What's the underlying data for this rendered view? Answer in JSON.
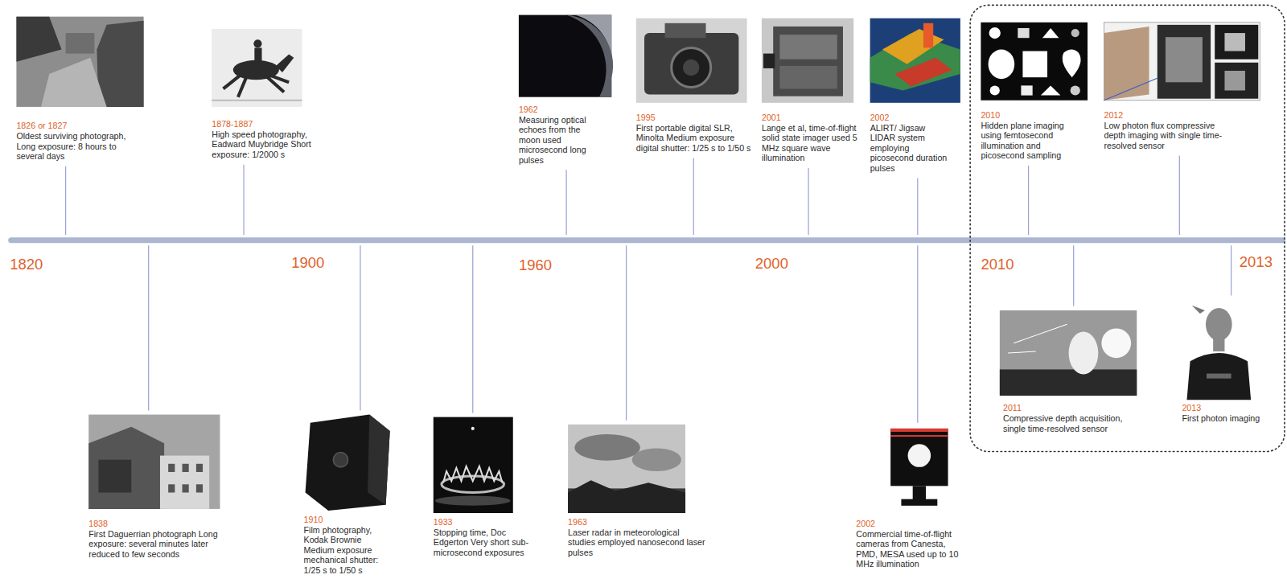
{
  "diagram": {
    "nodes": [
      {
        "text": [
          "1826 or 1827",
          "Oldest surviving photograph, Long exposure: 8 hours to several days"
        ]
      },
      {
        "text": [
          "1838",
          "First Daguerrian photograph Long exposure: several minutes later reduced to few seconds"
        ]
      },
      {
        "text": [
          "1878-1887",
          "High speed photography, Eadward Muybridge Short exposure: 1/2000 s"
        ]
      },
      {
        "text": [
          "1910",
          "Film photography, Kodak Brownie Medium exposure mechanical shutter: 1/25 s to 1/50 s"
        ]
      },
      {
        "text": [
          "1933",
          "Stopping time, Doc Edgerton Very short sub-microsecond exposures"
        ]
      },
      {
        "text": [
          "1962",
          "Measuring optical echoes from the moon used microsecond long pulses"
        ]
      },
      {
        "text": [
          "1963",
          "Laser radar in meteorological studies employed nanosecond laser pulses"
        ]
      },
      {
        "text": [
          "1995",
          "First portable digital SLR, Minolta Medium exposure digital shutter: 1/25 s to 1/50 s"
        ]
      },
      {
        "text": [
          "2001",
          "Lange et al, time-of-flight solid state imager used 5 MHz square wave illumination"
        ]
      },
      {
        "text": [
          "2002",
          "ALIRT/ Jigsaw LIDAR system employing picosecond duration pulses"
        ]
      },
      {
        "text": [
          "2002",
          "Commercial time-of-flight cameras from Canesta, PMD, MESA used up to 10 MHz illumination"
        ]
      },
      {
        "text": [
          "2010",
          "Hidden plane imaging using femtosecond illumination and picosecond sampling"
        ]
      },
      {
        "text": [
          "2011",
          "Compressive depth acquisition, single time-resolved sensor"
        ]
      },
      {
        "text": [
          "2012",
          "Low photon flux compressive depth imaging with single time-resolved sensor"
        ]
      },
      {
        "text": [
          "2013",
          "First photon imaging"
        ]
      }
    ],
    "labels": [
      "1820",
      "1900",
      "1960",
      "2000",
      "2010",
      "2013"
    ]
  }
}
